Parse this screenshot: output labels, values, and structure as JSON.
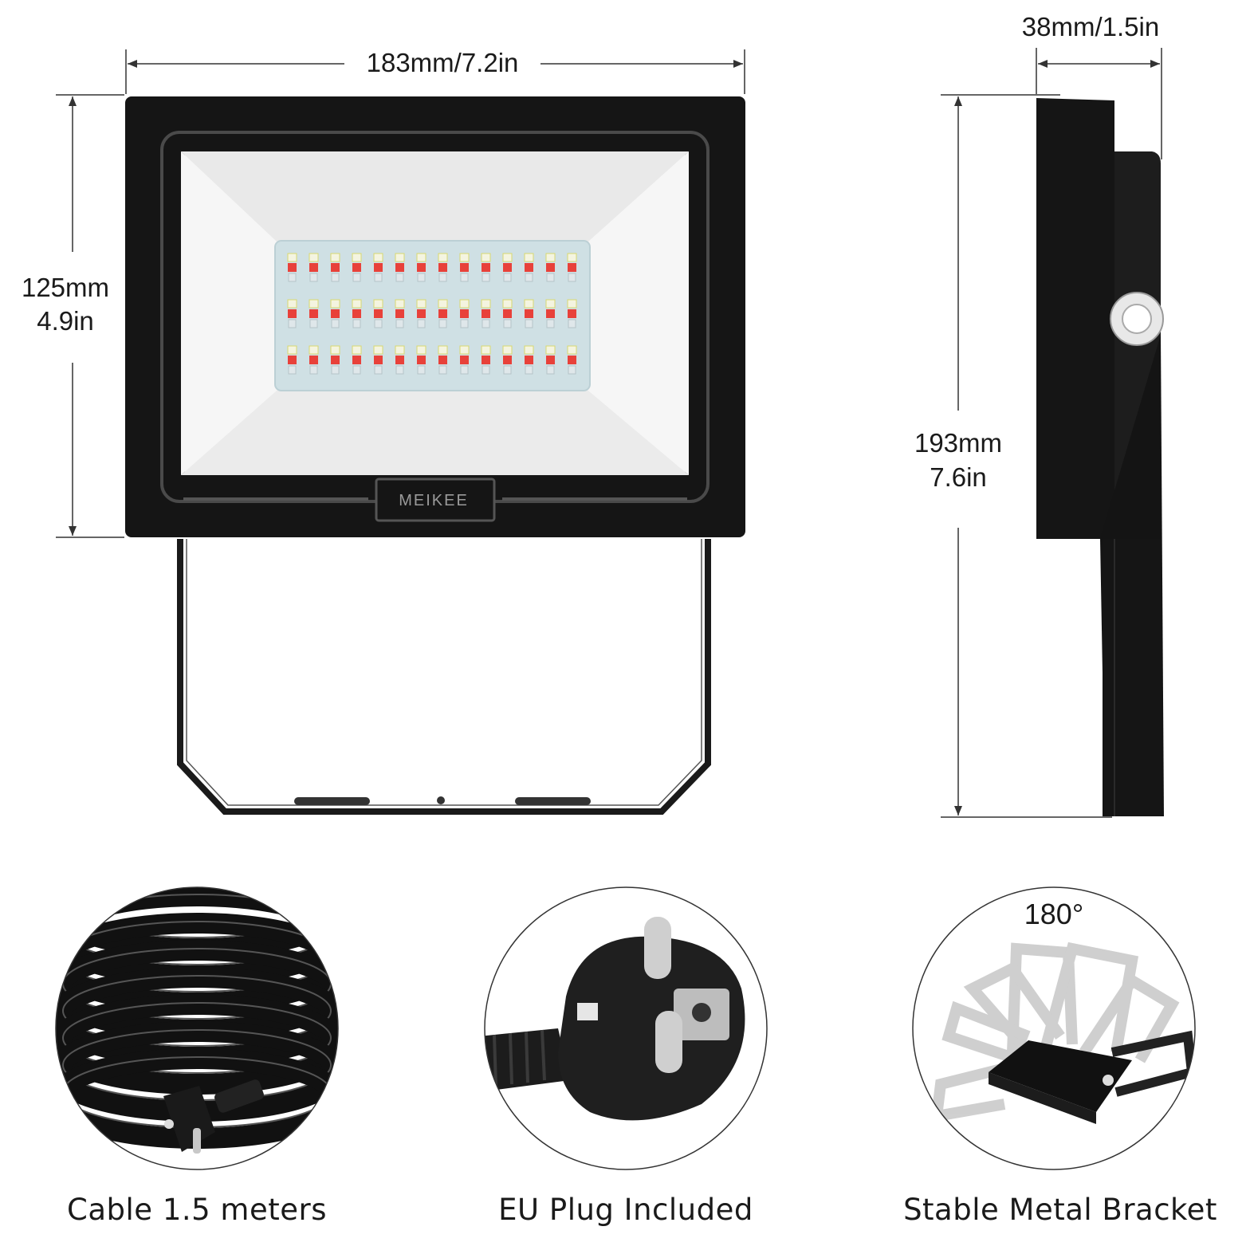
{
  "dimensions": {
    "width": "183mm/7.2in",
    "height_mm": "125mm",
    "height_in": "4.9in",
    "depth": "38mm/1.5in",
    "total_height_mm": "193mm",
    "total_height_in": "7.6in"
  },
  "brand": "MEIKEE",
  "rotation_label": "180°",
  "captions": {
    "cable": "Cable 1.5 meters",
    "plug": "EU Plug Included",
    "bracket": "Stable Metal Bracket"
  },
  "colors": {
    "housing": "#151515",
    "panel": "#f2f2f2",
    "led_red": "#e8413a",
    "led_white": "#f4f4e0",
    "led_board": "#cfe0e4"
  }
}
